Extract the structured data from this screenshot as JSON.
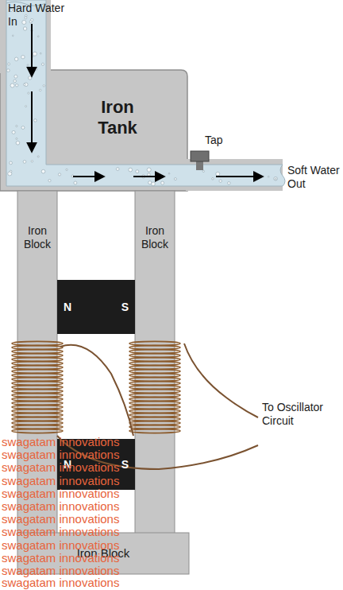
{
  "diagram": {
    "nodes": [
      {
        "text": [
          "Iron Tank"
        ]
      },
      {
        "text": [
          "Iron Block"
        ]
      },
      {
        "text": [
          "Iron Block"
        ]
      },
      {
        "text": [
          "N",
          "S"
        ]
      },
      {
        "text": [
          "N",
          "S"
        ]
      },
      {
        "text": [
          "Iron Block"
        ]
      }
    ],
    "labels": [
      "Hard Water In",
      "Tap",
      "Soft Water Out",
      "To Oscillator Circuit",
      "swagatam innovations",
      "swagatam innovations",
      "swagatam innovations",
      "swagatam innovations",
      "swagatam innovations",
      "swagatam innovations",
      "swagatam innovations",
      "swagatam innovations",
      "swagatam innovations",
      "swagatam innovations",
      "swagatam innovations",
      "swagatam innovations"
    ]
  }
}
